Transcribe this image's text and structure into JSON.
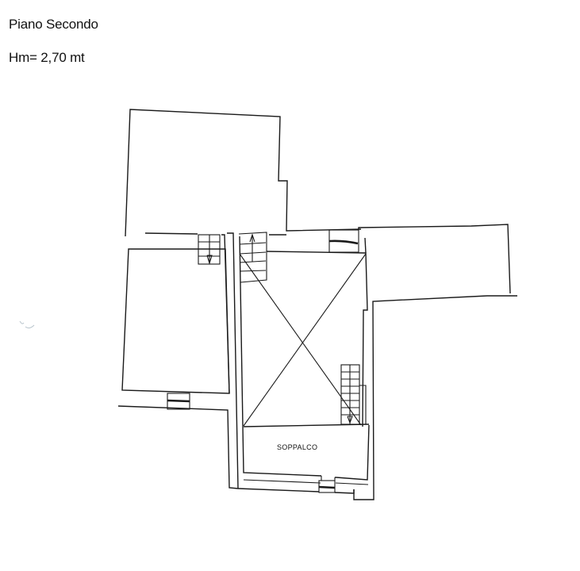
{
  "header": {
    "title": "Piano Secondo",
    "height_label": "Hm= 2,70 mt"
  },
  "plan": {
    "rooms": [
      {
        "id": "upper-left-area",
        "label": ""
      },
      {
        "id": "left-room",
        "label": ""
      },
      {
        "id": "central-void",
        "label": ""
      },
      {
        "id": "right-area",
        "label": ""
      },
      {
        "id": "soppalco",
        "label": "SOPPALCO"
      }
    ],
    "stairs": [
      {
        "id": "stair-left",
        "direction": "down"
      },
      {
        "id": "stair-central-top",
        "direction": "up"
      },
      {
        "id": "stair-right",
        "direction": "down"
      }
    ],
    "colors": {
      "line": "#1a1a1a",
      "background": "#ffffff"
    }
  }
}
